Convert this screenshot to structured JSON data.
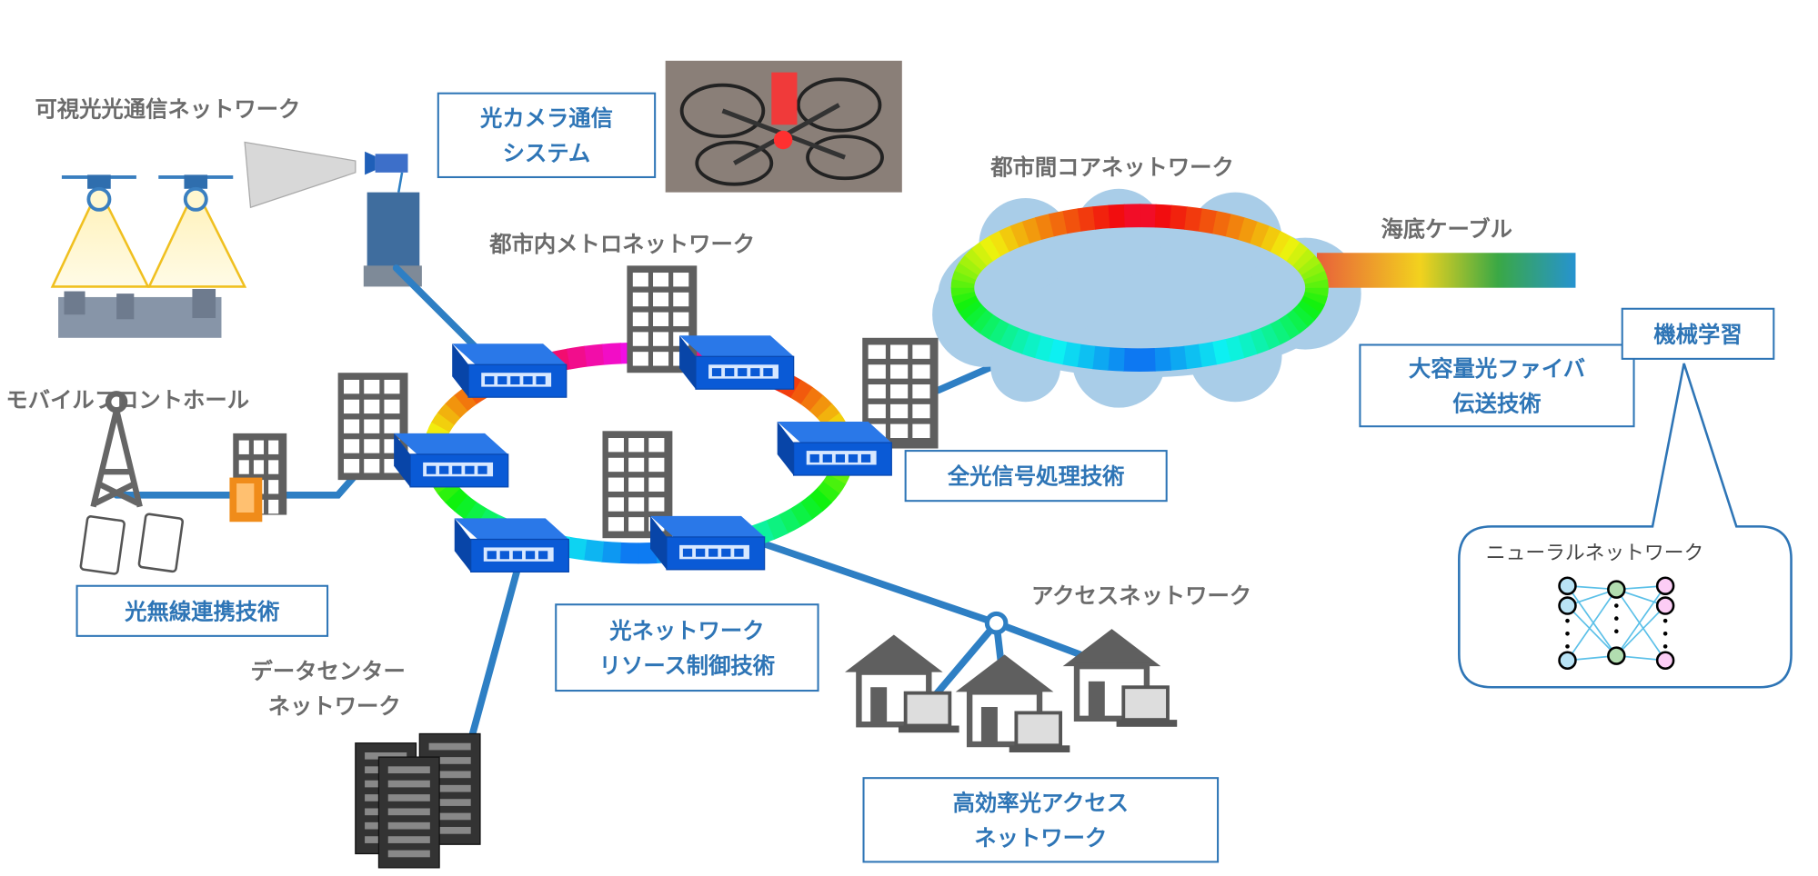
{
  "colors": {
    "accent_blue": "#2e75b6",
    "link_blue": "#2e7fc4",
    "label_gray": "#6b6b6b",
    "cloud": "#a9cde8",
    "switch_blue": "#0a5ad6",
    "building_gray": "#5f5f5f"
  },
  "labels": {
    "vlc_network": "可視光光通信ネットワーク",
    "metro_network": "都市内メトロネットワーク",
    "core_network": "都市間コアネットワーク",
    "submarine_cable": "海底ケーブル",
    "mobile_fronthaul": "モバイルフロントホール",
    "access_network": "アクセスネットワーク",
    "datacenter_line1": "データセンター",
    "datacenter_line2": "ネットワーク",
    "neural_network": "ニューラルネットワーク"
  },
  "technologies": {
    "optical_camera_comm": [
      "光カメラ通信",
      "システム"
    ],
    "large_capacity_fiber": [
      "大容量光ファイバ",
      "伝送技術"
    ],
    "machine_learning": [
      "機械学習"
    ],
    "all_optical_signal": [
      "全光信号処理技術"
    ],
    "optical_wireless": [
      "光無線連携技術"
    ],
    "resource_control": [
      "光ネットワーク",
      "リソース制御技術"
    ],
    "efficient_access": [
      "高効率光アクセス",
      "ネットワーク"
    ]
  },
  "icons": [
    "drone-icon",
    "light-cone-icon",
    "rubble-icon",
    "projector-icon",
    "camera-icon",
    "building-icon",
    "switch-icon",
    "cloud-icon",
    "cell-tower-icon",
    "smartphone-icon",
    "server-icon",
    "house-icon",
    "laptop-icon",
    "splitter-icon",
    "neural-network-icon",
    "drone-photo"
  ]
}
